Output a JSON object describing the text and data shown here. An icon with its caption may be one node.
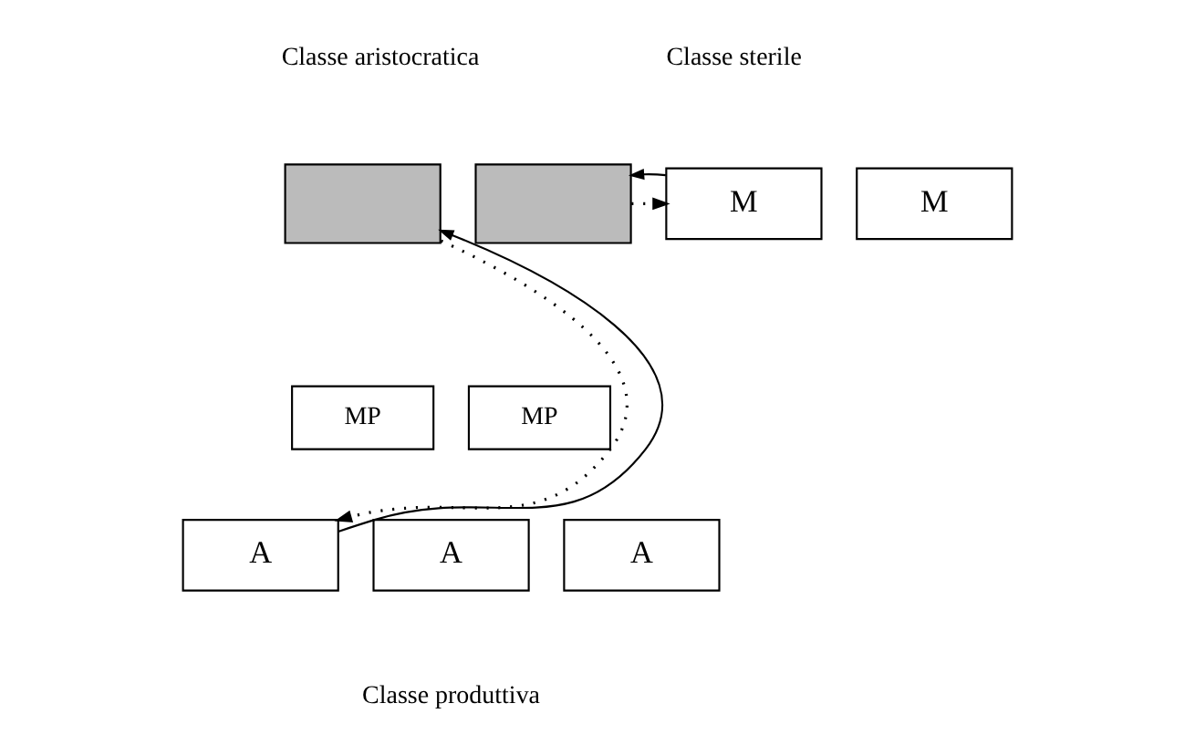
{
  "diagram": {
    "nodes": [
      {
        "text": [],
        "shape": "box"
      },
      {
        "text": [],
        "shape": "box"
      },
      {
        "text": [
          "M"
        ]
      },
      {
        "text": [
          "M"
        ]
      },
      {
        "text": [
          "MP"
        ]
      },
      {
        "text": [
          "MP"
        ]
      },
      {
        "text": [
          "A"
        ]
      },
      {
        "text": [
          "A"
        ]
      },
      {
        "text": [
          "A"
        ]
      }
    ],
    "edges": [
      {
        "from": 1,
        "to": 2,
        "arrow": "to",
        "style": "dashed"
      },
      {
        "from": 2,
        "to": 1,
        "arrow": "to"
      },
      {
        "from": 0,
        "to": 6,
        "arrow": "to",
        "style": "dashed"
      },
      {
        "from": 6,
        "to": 0,
        "arrow": "to"
      }
    ],
    "labels": [
      "Classe aristocratica",
      "Classe sterile",
      "Classe produttiva"
    ]
  }
}
